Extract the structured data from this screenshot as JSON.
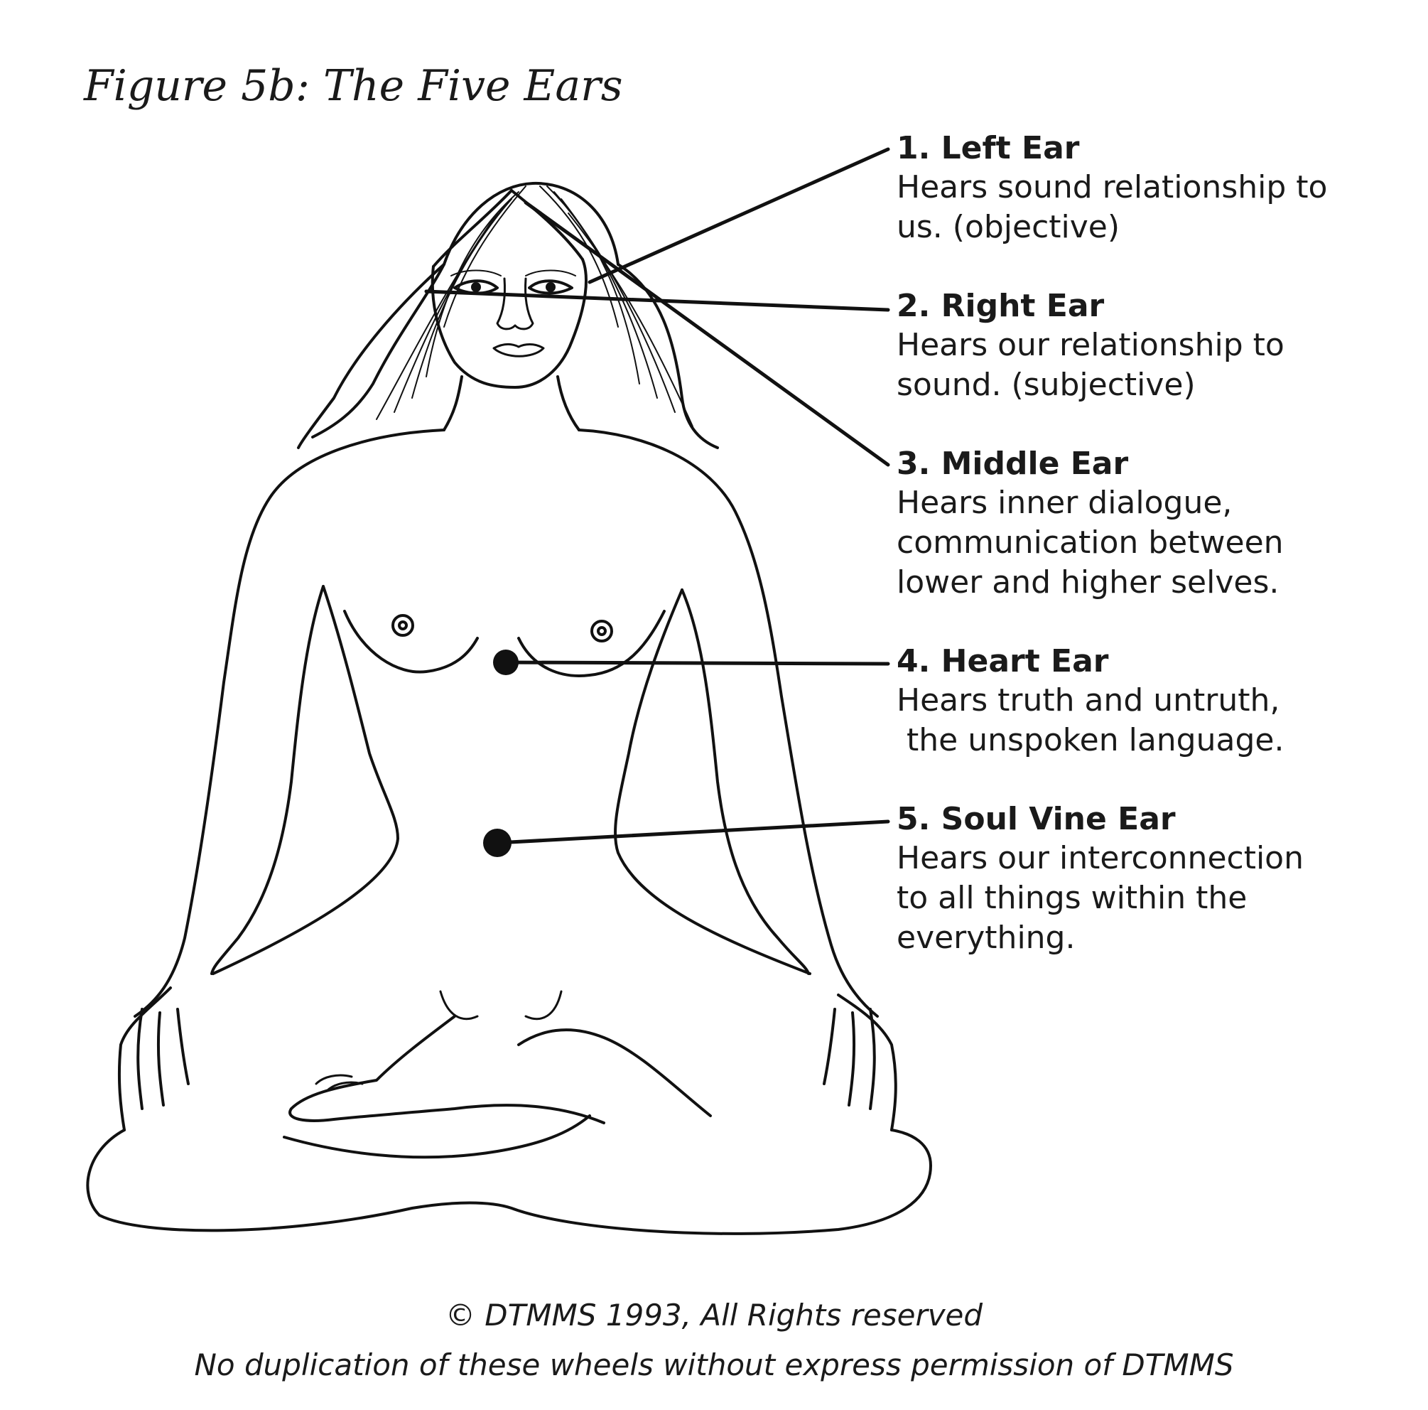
{
  "figure": {
    "title": "Figure 5b: The Five Ears"
  },
  "ears": [
    {
      "title": "1. Left Ear",
      "description": "Hears sound relationship to\nus. (objective)"
    },
    {
      "title": "2. Right Ear",
      "description": "Hears our relationship to\nsound. (subjective)"
    },
    {
      "title": "3. Middle Ear",
      "description": "Hears inner dialogue,\ncommunication between\nlower and higher selves."
    },
    {
      "title": "4. Heart Ear",
      "description": "Hears truth and untruth,\n the unspoken language."
    },
    {
      "title": "5. Soul Vine Ear",
      "description": "Hears our interconnection\nto all things within the\neverything."
    }
  ],
  "footer": {
    "copyright": "© DTMMS 1993, All Rights reserved",
    "notice": "No duplication of these wheels without express permission of DTMMS"
  }
}
